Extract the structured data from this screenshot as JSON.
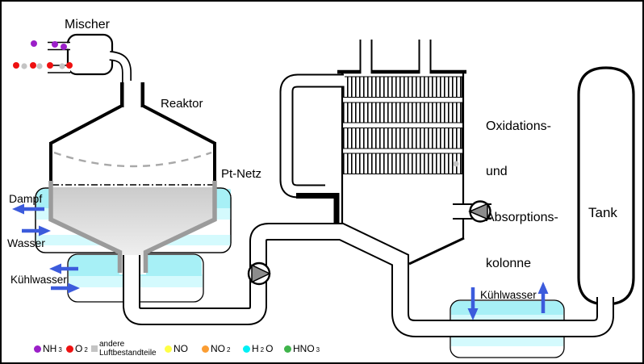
{
  "labels": {
    "mischer": "Mischer",
    "reaktor": "Reaktor",
    "pt_netz": "Pt-Netz",
    "dampf": "Dampf",
    "wasser": "Wasser",
    "kuehlwasser_links": "Kühlwasser",
    "kuehlwasser_rechts": "Kühlwasser",
    "tank": "Tank",
    "kolonne_lines": [
      "Oxidations-",
      "und",
      "Absorptions-",
      "kolonne"
    ]
  },
  "legend": {
    "items": [
      {
        "name": "nh3",
        "base": "NH",
        "sub": "3",
        "color": "#9B1FC8"
      },
      {
        "name": "o2",
        "base": "O",
        "sub": "2",
        "color": "#EE1111"
      },
      {
        "name": "luft",
        "line1": "andere",
        "line2": "Luftbestandteile",
        "color": "#C4C4C4"
      },
      {
        "name": "no",
        "base": "NO",
        "color": "#FFFF45"
      },
      {
        "name": "no2",
        "base": "NO",
        "sub": "2",
        "color": "#FB9D33"
      },
      {
        "name": "h2o",
        "base": "H",
        "sub": "2",
        "tail": "O",
        "color": "#00F0F5"
      },
      {
        "name": "hno3",
        "base": "HNO",
        "sub": "3",
        "color": "#3FB44B"
      }
    ]
  },
  "palette": {
    "arrow_blue": "#3C5BDC",
    "cooling_cyan_strong": "#A7F0F6",
    "cooling_cyan_light": "#D4FAFD",
    "cooling_cyan_pale": "#E4FDFE",
    "metal_gray": "#9B9B9B",
    "pump_gray": "#8C8C8C",
    "outline_black": "#000000"
  }
}
